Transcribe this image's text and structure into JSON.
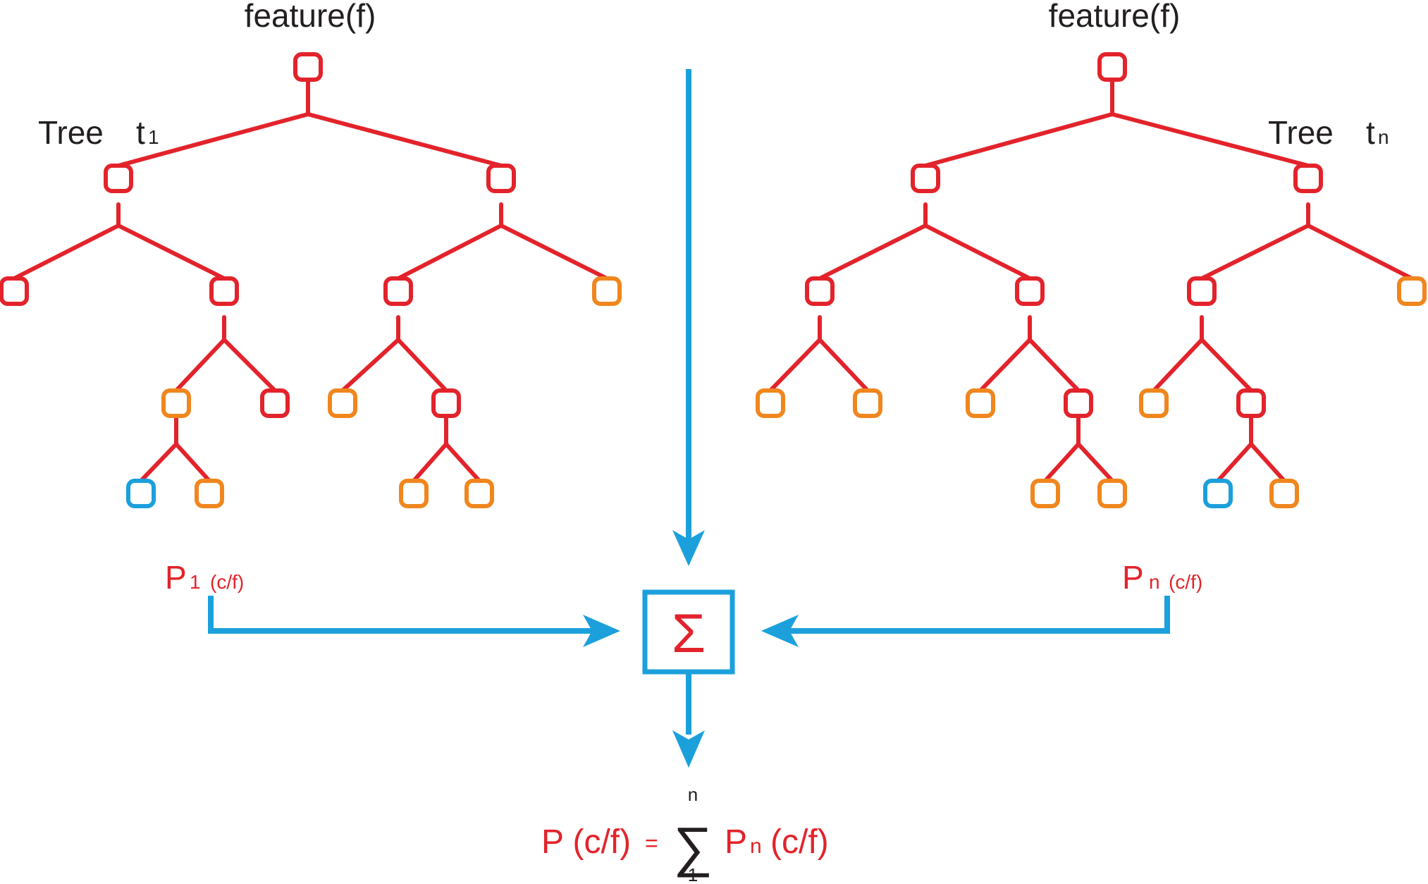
{
  "colors": {
    "tree": "#e3232b",
    "leaf": "#f0861d",
    "selected_leaf": "#1ba0dc",
    "flow": "#1ba0dc",
    "text": "#231f20"
  },
  "left_tree": {
    "input_label": "feature(f)",
    "tree_word": "Tree",
    "tree_var": "t",
    "tree_sub": "1",
    "prob_letter": "P",
    "prob_sub": "1",
    "prob_cond": "(c/f)"
  },
  "right_tree": {
    "input_label": "feature(f)",
    "tree_word": "Tree",
    "tree_var": "t",
    "tree_sub": "n",
    "prob_letter": "P",
    "prob_sub": "n",
    "prob_cond": "(c/f)"
  },
  "aggregator": {
    "symbol": "Σ"
  },
  "formula": {
    "lhs": "P (c/f)",
    "equals": "=",
    "sum_symbol": "∑",
    "upper": "n",
    "lower": "1",
    "term_letter": "P",
    "term_sub": "n",
    "term_cond": "(c/f)"
  }
}
